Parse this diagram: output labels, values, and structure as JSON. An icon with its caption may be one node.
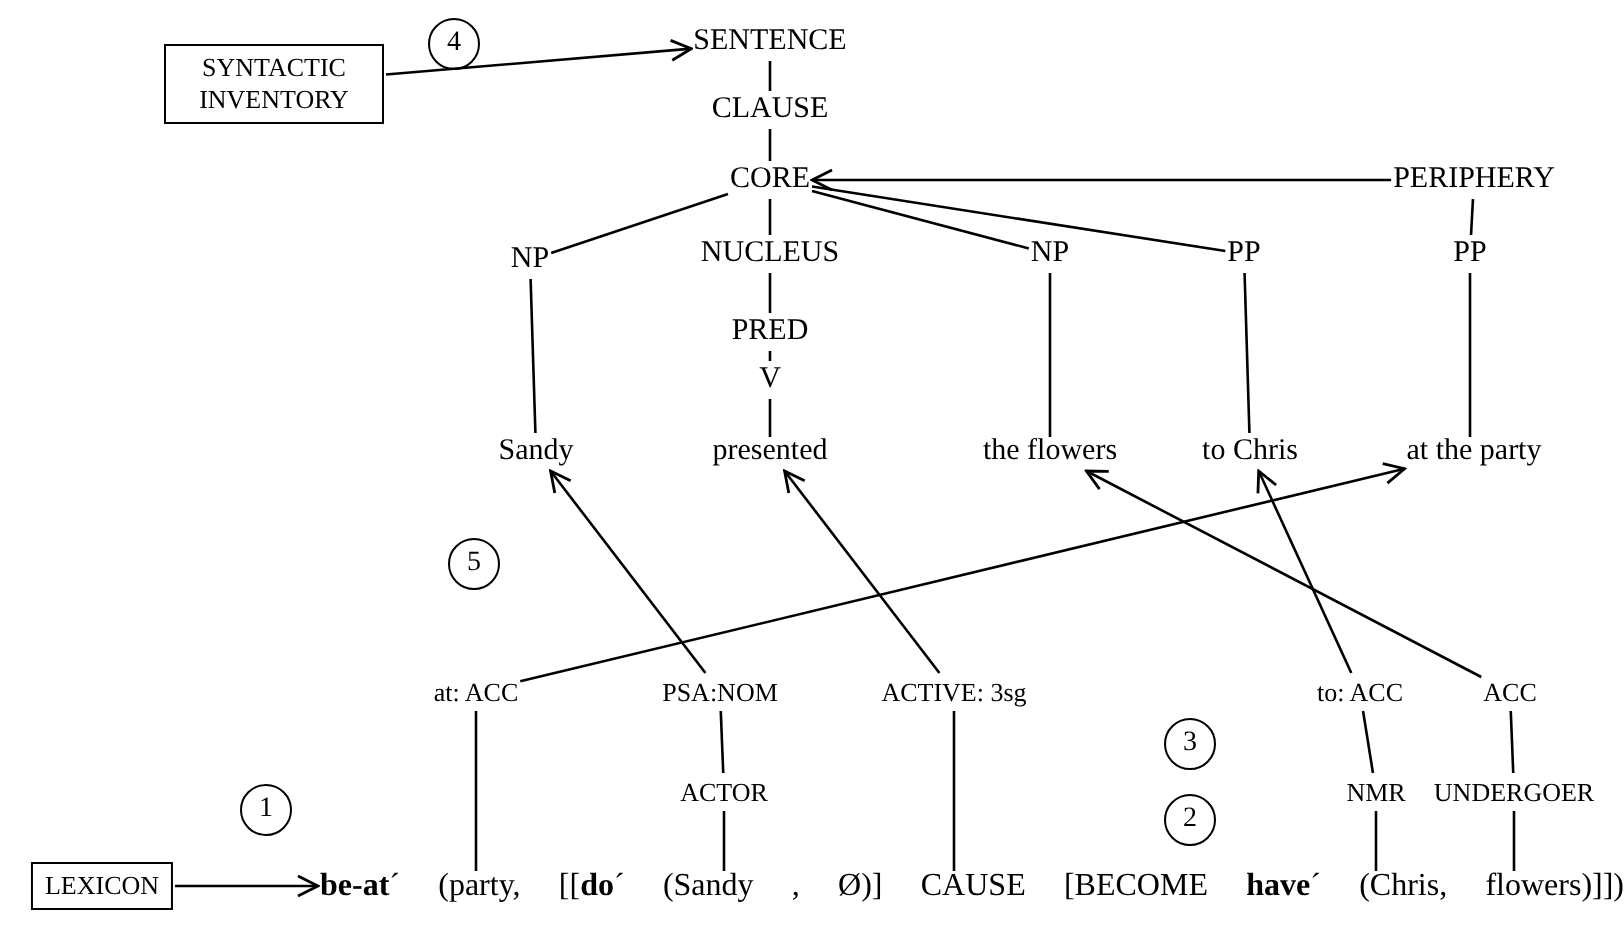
{
  "diagram": {
    "nodes": [
      {
        "text": [
          "SYNTACTIC INVENTORY"
        ]
      },
      {
        "text": [
          "SENTENCE"
        ]
      },
      {
        "text": [
          "CLAUSE"
        ]
      },
      {
        "text": [
          "CORE"
        ]
      },
      {
        "text": [
          "PERIPHERY"
        ]
      },
      {
        "text": [
          "NP"
        ]
      },
      {
        "text": [
          "NUCLEUS"
        ]
      },
      {
        "text": [
          "NP"
        ]
      },
      {
        "text": [
          "PP"
        ]
      },
      {
        "text": [
          "PP"
        ]
      },
      {
        "text": [
          "PRED"
        ]
      },
      {
        "text": [
          "V"
        ]
      },
      {
        "text": [
          "Sandy"
        ]
      },
      {
        "text": [
          "presented"
        ]
      },
      {
        "text": [
          "the flowers"
        ]
      },
      {
        "text": [
          "to Chris"
        ]
      },
      {
        "text": [
          "at the party"
        ]
      },
      {
        "text": [
          "at: ACC"
        ]
      },
      {
        "text": [
          "PSA:NOM"
        ]
      },
      {
        "text": [
          "ACTIVE: 3sg"
        ]
      },
      {
        "text": [
          "to: ACC"
        ]
      },
      {
        "text": [
          "ACC"
        ]
      },
      {
        "text": [
          "ACTOR"
        ]
      },
      {
        "text": [
          "NMR"
        ]
      },
      {
        "text": [
          "UNDERGOER"
        ]
      },
      {
        "text": [
          "LEXICON"
        ]
      },
      {
        "text": [
          "**be-at**´ (party, [[**do**´ (Sandy , Ø)] CAUSE [BECOME **have**´ (Chris, flowers)]])"
        ]
      },
      {
        "text": [
          "4"
        ]
      },
      {
        "text": [
          "5"
        ]
      },
      {
        "text": [
          "3"
        ]
      },
      {
        "text": [
          "1"
        ]
      },
      {
        "text": [
          "2"
        ]
      }
    ],
    "edges": [
      {
        "from": 0,
        "to": 1,
        "arrow": "to"
      },
      {
        "from": 1,
        "to": 2,
        "arrow": "none"
      },
      {
        "from": 2,
        "to": 3,
        "arrow": "none"
      },
      {
        "from": 4,
        "to": 3,
        "arrow": "to"
      },
      {
        "from": 3,
        "to": 5,
        "arrow": "none"
      },
      {
        "from": 3,
        "to": 6,
        "arrow": "none"
      },
      {
        "from": 3,
        "to": 7,
        "arrow": "none"
      },
      {
        "from": 3,
        "to": 8,
        "arrow": "none"
      },
      {
        "from": 4,
        "to": 9,
        "arrow": "none"
      },
      {
        "from": 6,
        "to": 10,
        "arrow": "none"
      },
      {
        "from": 10,
        "to": 11,
        "arrow": "none"
      },
      {
        "from": 5,
        "to": 12,
        "arrow": "none"
      },
      {
        "from": 11,
        "to": 13,
        "arrow": "none"
      },
      {
        "from": 7,
        "to": 14,
        "arrow": "none"
      },
      {
        "from": 8,
        "to": 15,
        "arrow": "none"
      },
      {
        "from": 9,
        "to": 16,
        "arrow": "none"
      },
      {
        "from": 17,
        "to": 16,
        "arrow": "to"
      },
      {
        "from": 18,
        "to": 12,
        "arrow": "to"
      },
      {
        "from": 19,
        "to": 13,
        "arrow": "to"
      },
      {
        "from": 21,
        "to": 14,
        "arrow": "to"
      },
      {
        "from": 20,
        "to": 15,
        "arrow": "to"
      },
      {
        "from": 18,
        "to": 22,
        "arrow": "none"
      },
      {
        "from": 20,
        "to": 23,
        "arrow": "none"
      },
      {
        "from": 21,
        "to": 24,
        "arrow": "none"
      },
      {
        "from": 17,
        "to": 26,
        "arrow": "none"
      },
      {
        "from": 22,
        "to": 26,
        "arrow": "none"
      },
      {
        "from": 19,
        "to": 26,
        "arrow": "none"
      },
      {
        "from": 23,
        "to": 26,
        "arrow": "none"
      },
      {
        "from": 24,
        "to": 26,
        "arrow": "none"
      },
      {
        "from": 25,
        "to": 26,
        "arrow": "to"
      }
    ]
  }
}
